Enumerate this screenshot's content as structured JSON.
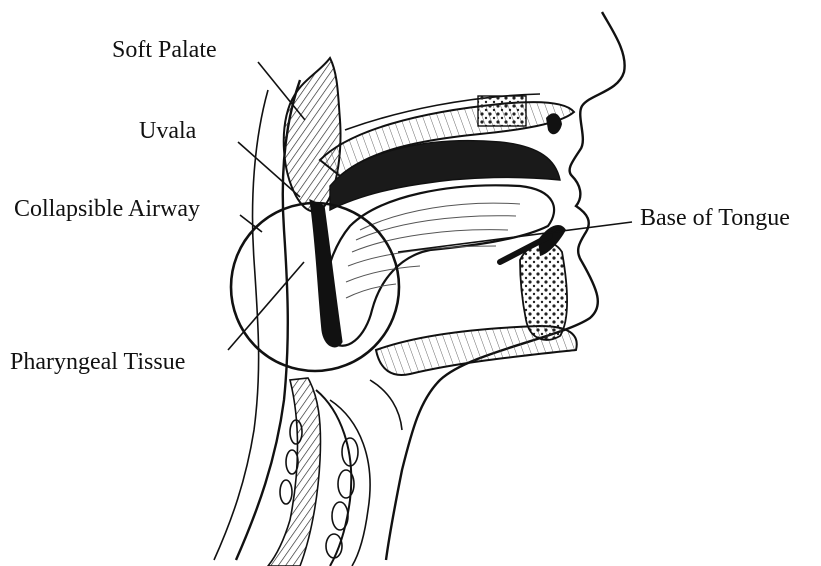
{
  "diagram": {
    "labels": {
      "soft_palate": "Soft Palate",
      "uvala": "Uvala",
      "collapsible_airway": "Collapsible Airway",
      "base_of_tongue": "Base of Tongue",
      "pharyngeal_tissue": "Pharyngeal Tissue"
    },
    "colors": {
      "ink": "#111111",
      "background": "#ffffff"
    }
  }
}
